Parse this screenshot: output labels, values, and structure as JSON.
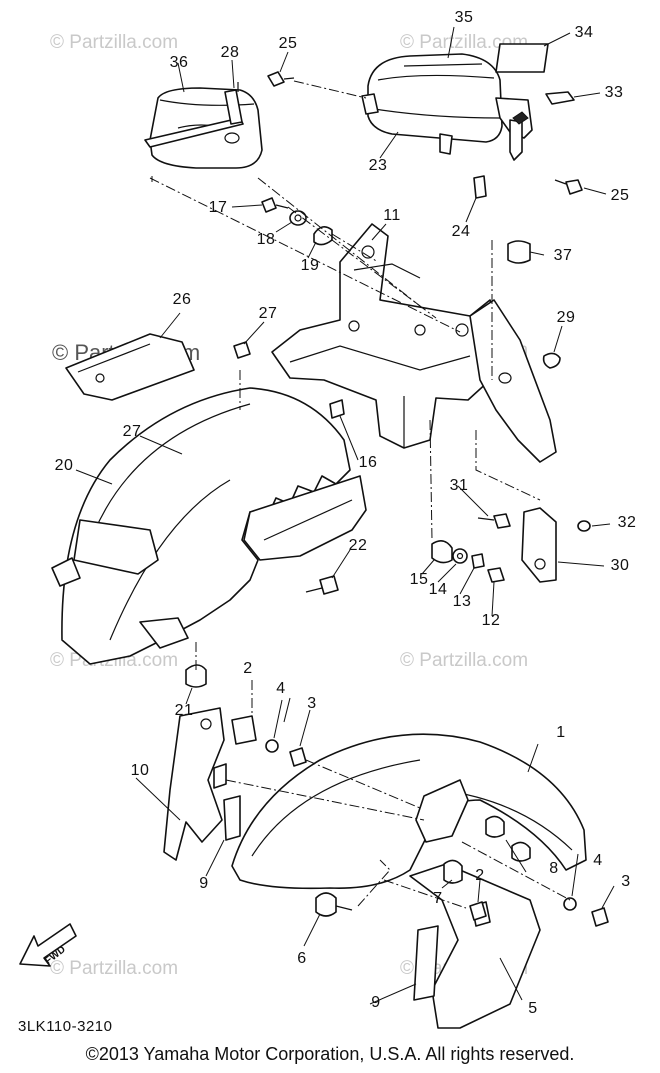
{
  "watermarks": {
    "text": "© Partzilla.com",
    "featured_text": "© Partzilla.com"
  },
  "callouts": [
    "1",
    "2",
    "3",
    "4",
    "5",
    "6",
    "7",
    "8",
    "9",
    "10",
    "11",
    "12",
    "13",
    "14",
    "15",
    "16",
    "17",
    "18",
    "19",
    "20",
    "21",
    "22",
    "23",
    "24",
    "25",
    "26",
    "27",
    "28",
    "29",
    "30",
    "31",
    "32",
    "33",
    "34",
    "35",
    "36",
    "37"
  ],
  "direction_arrow": {
    "label": "FWD",
    "icon": "fwd-arrow-icon"
  },
  "part_code": "3LK110-3210",
  "copyright": "©2013  Yamaha Motor Corporation, U.S.A. All rights reserved."
}
